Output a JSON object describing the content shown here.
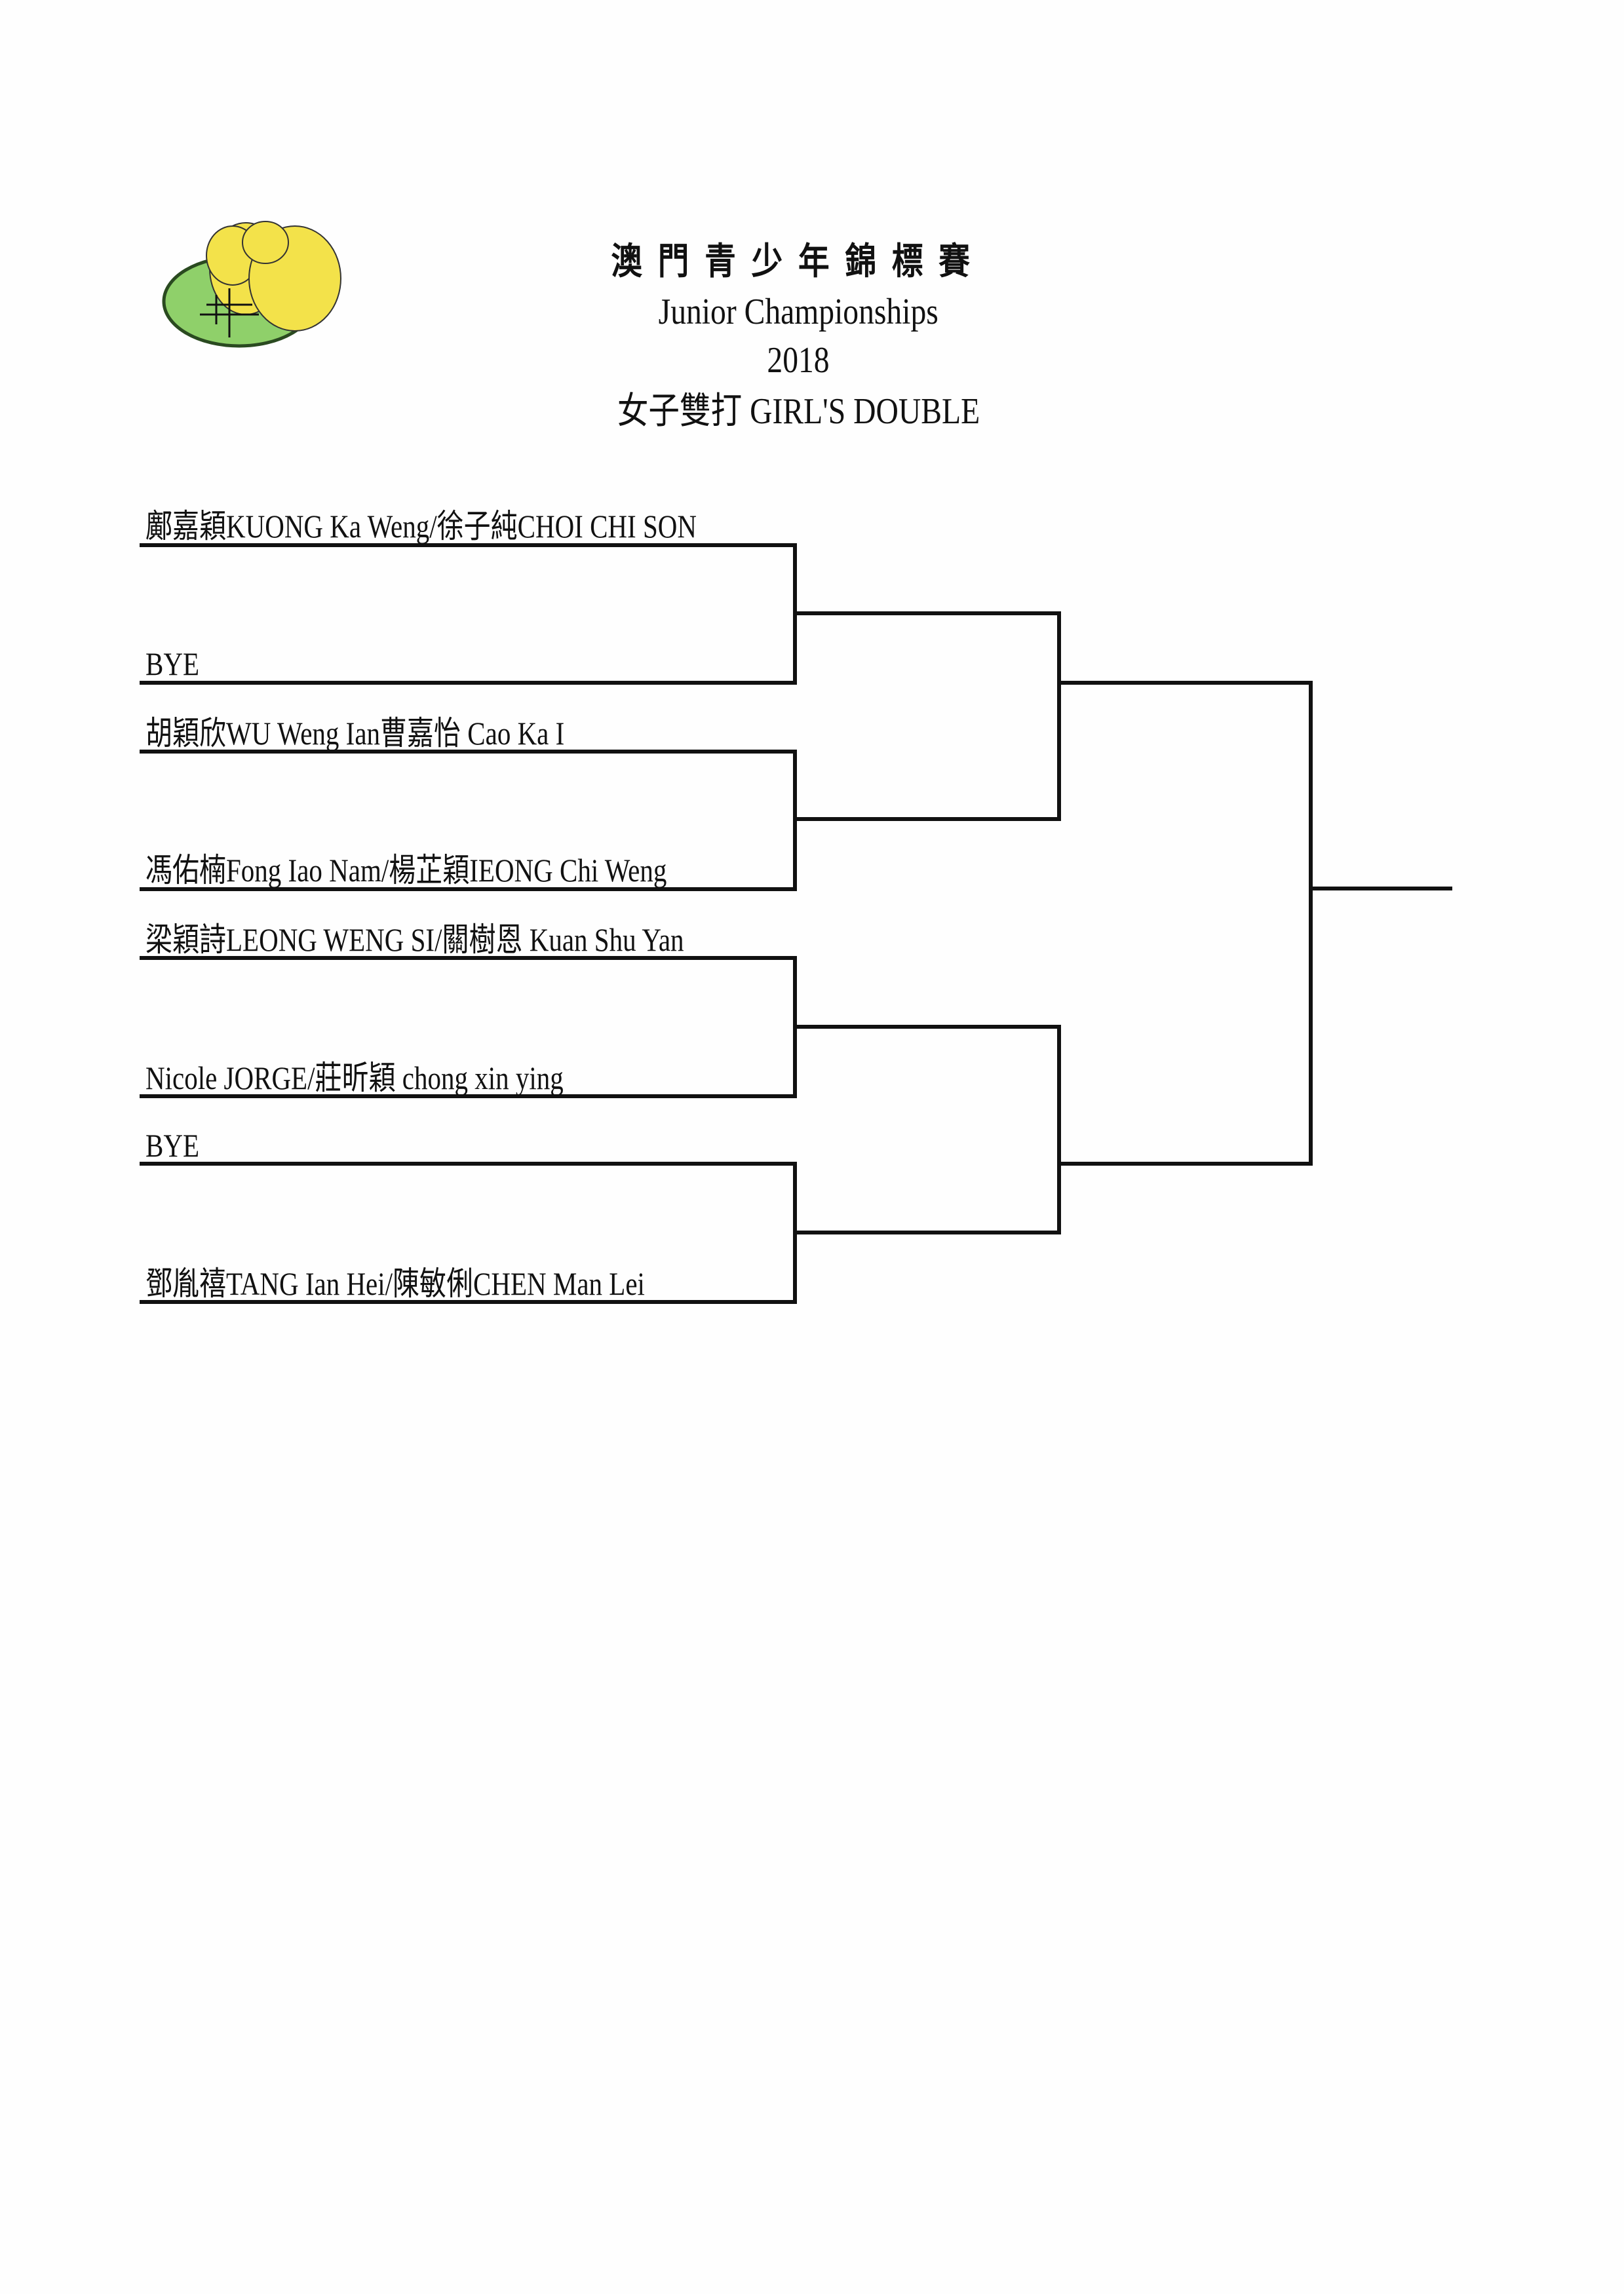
{
  "header": {
    "title_cn": "澳門青少年錦標賽",
    "title_en": "Junior Championships",
    "year": "2018",
    "event": "女子雙打 GIRL'S DOUBLE"
  },
  "logo": {
    "colors": {
      "green": "#8fd06a",
      "yellow": "#f3e24a"
    }
  },
  "bracket": {
    "round1": [
      "鄺嘉穎KUONG Ka Weng/徐子純CHOI CHI SON",
      "BYE",
      "胡穎欣WU Weng Ian曹嘉怡 Cao Ka I",
      "馮佑楠Fong Iao Nam/楊芷穎IEONG Chi Weng",
      "梁穎詩LEONG WENG SI/關樹恩 Kuan Shu Yan",
      "Nicole JORGE/莊昕穎 chong xin ying",
      "BYE",
      "鄧胤禧TANG Ian Hei/陳敏俐CHEN Man Lei"
    ]
  }
}
